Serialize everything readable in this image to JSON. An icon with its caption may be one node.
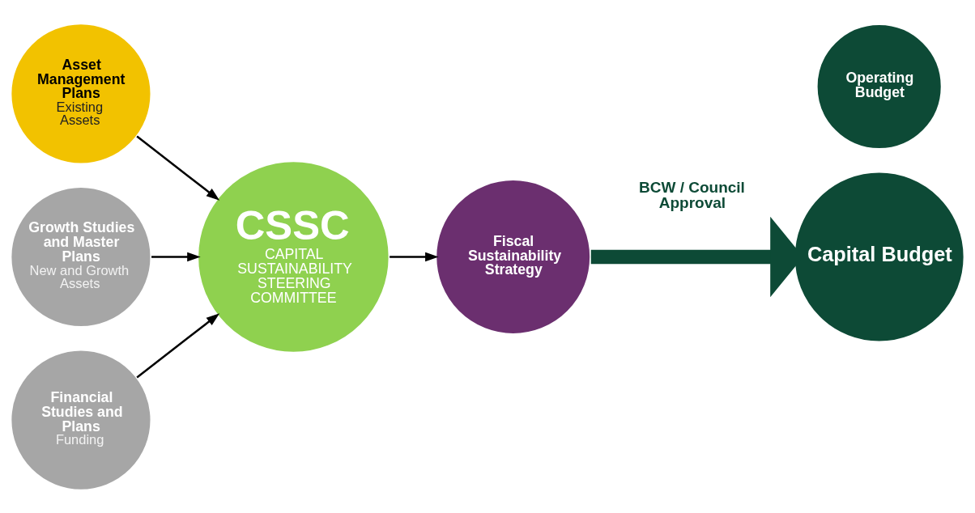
{
  "diagram": {
    "nodes": [
      {
        "text": [
          "Asset Management Plans",
          "Existing Assets"
        ]
      },
      {
        "text": [
          "Growth Studies and Master Plans",
          "New and Growth Assets"
        ]
      },
      {
        "text": [
          "Financial Studies and Plans",
          "Funding"
        ]
      },
      {
        "text": [
          "CSSC",
          "CAPITAL SUSTAINABILITY STEERING COMMITTEE"
        ]
      },
      {
        "text": [
          "Fiscal Sustainability Strategy"
        ]
      },
      {
        "text": [
          "Capital Budget"
        ]
      },
      {
        "text": [
          "Operating Budget"
        ]
      }
    ],
    "edges": [
      {
        "from": 0,
        "to": 3,
        "arrow": "to"
      },
      {
        "from": 1,
        "to": 3,
        "arrow": "to"
      },
      {
        "from": 2,
        "to": 3,
        "arrow": "to"
      },
      {
        "from": 3,
        "to": 4,
        "arrow": "to"
      },
      {
        "from": 4,
        "to": 5,
        "arrow": "to",
        "label": "BCW / Council Approval",
        "style": "thick",
        "color": "#0d4a36"
      }
    ]
  }
}
